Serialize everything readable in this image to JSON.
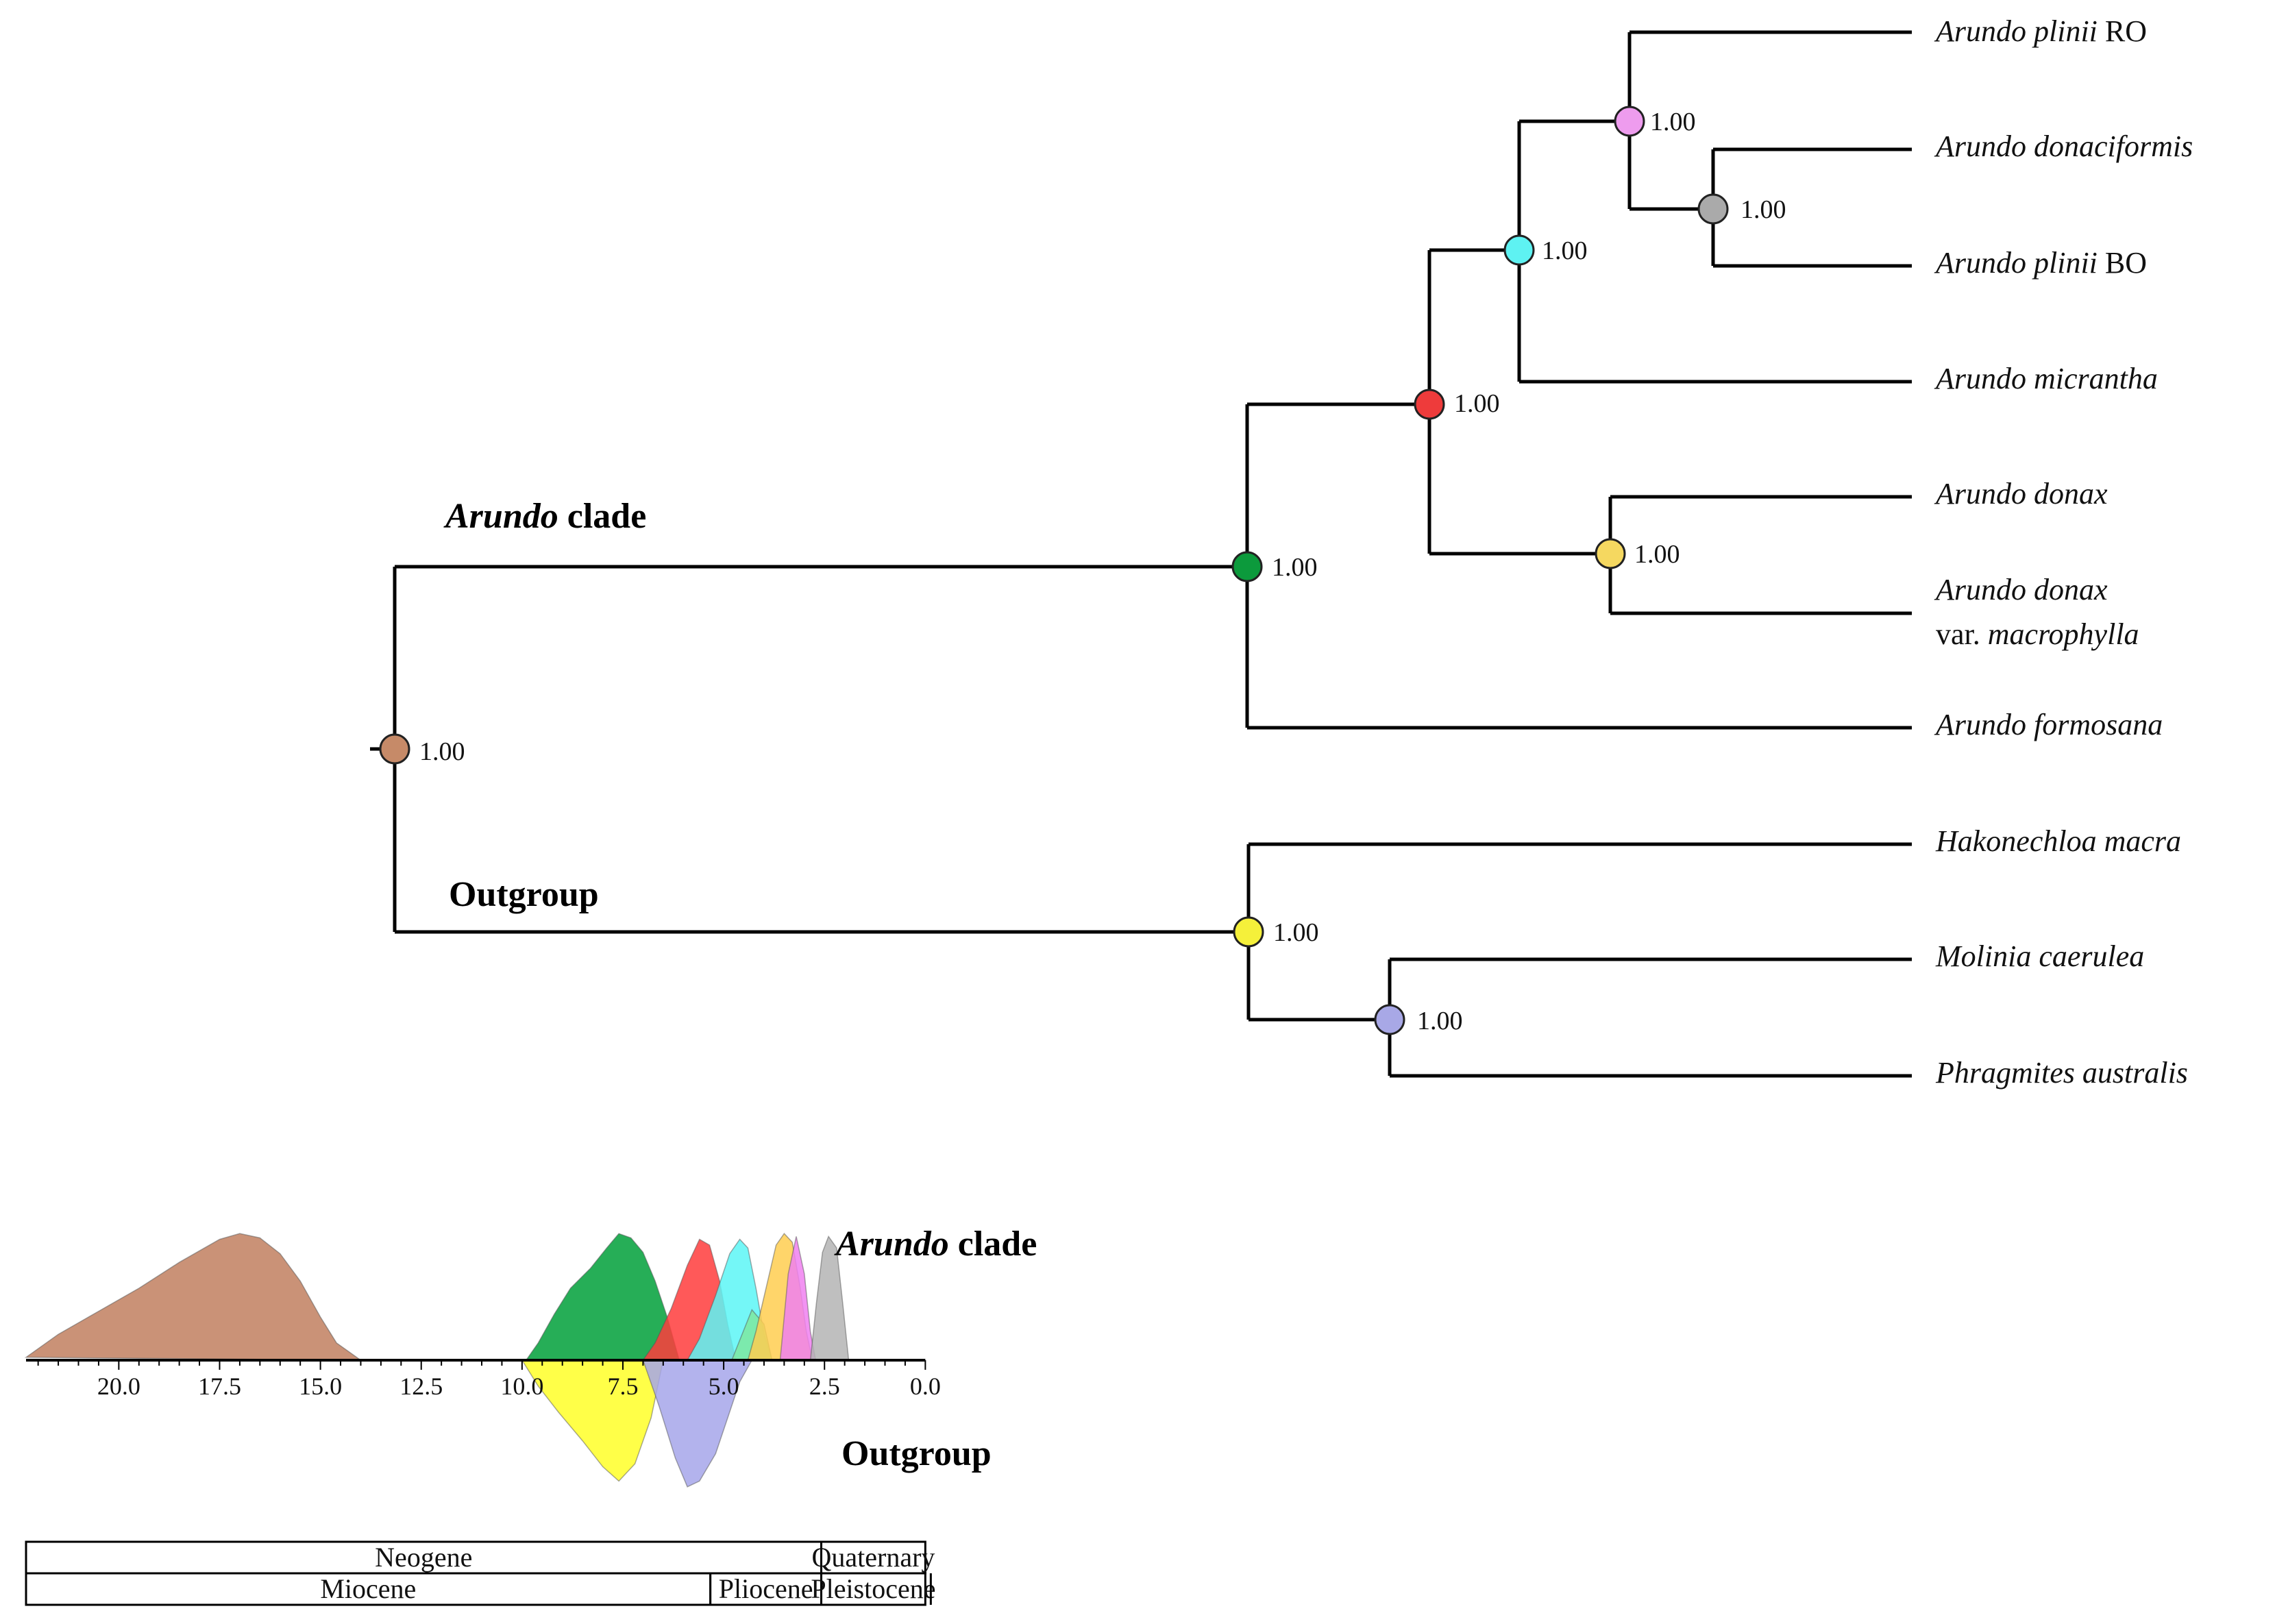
{
  "figure": {
    "clade_labels": {
      "arundo_italic": "Arundo",
      "arundo_suffix": "clade",
      "outgroup": "Outgroup"
    },
    "legend_arundo_italic": "Arundo",
    "legend_arundo_suffix": "clade",
    "legend_outgroup": "Outgroup"
  },
  "taxa": [
    {
      "id": "t1",
      "genus": "Arundo",
      "epithet": "plinii",
      "suffix": "RO"
    },
    {
      "id": "t2",
      "genus": "Arundo",
      "epithet": "donaciformis",
      "suffix": ""
    },
    {
      "id": "t3",
      "genus": "Arundo",
      "epithet": "plinii",
      "suffix": "BO"
    },
    {
      "id": "t4",
      "genus": "Arundo",
      "epithet": "micrantha",
      "suffix": ""
    },
    {
      "id": "t5",
      "genus": "Arundo",
      "epithet": "donax",
      "suffix": ""
    },
    {
      "id": "t6",
      "genus": "Arundo",
      "epithet": "donax",
      "line2_prefix": "var.",
      "line2_italic": "macrophylla"
    },
    {
      "id": "t7",
      "genus": "Arundo",
      "epithet": "formosana",
      "suffix": ""
    },
    {
      "id": "t8",
      "genus": "Hakonechloa",
      "epithet": "macra",
      "suffix": ""
    },
    {
      "id": "t9",
      "genus": "Molinia",
      "epithet": "caerulea",
      "suffix": ""
    },
    {
      "id": "t10",
      "genus": "Phragmites",
      "epithet": "australis",
      "suffix": ""
    }
  ],
  "nodes": [
    {
      "id": "root",
      "support": "1.00",
      "color": "#c68a68"
    },
    {
      "id": "arundo",
      "support": "1.00",
      "color": "#0c9a3c"
    },
    {
      "id": "crown",
      "support": "1.00",
      "color": "#ee3b3b"
    },
    {
      "id": "cyan",
      "support": "1.00",
      "color": "#5ef2f2"
    },
    {
      "id": "pink",
      "support": "1.00",
      "color": "#ee9cee"
    },
    {
      "id": "grey",
      "support": "1.00",
      "color": "#aaaaaa"
    },
    {
      "id": "donax",
      "support": "1.00",
      "color": "#f5d860"
    },
    {
      "id": "outgroup",
      "support": "1.00",
      "color": "#f5f03a"
    },
    {
      "id": "molinia",
      "support": "1.00",
      "color": "#a8a8e6"
    }
  ],
  "chart_data": {
    "type": "area",
    "xlabel": "",
    "xlim": [
      22.3,
      0
    ],
    "x_reversed": true,
    "ticks": [
      "20.0",
      "17.5",
      "15.0",
      "12.5",
      "10.0",
      "7.5",
      "5.0",
      "2.5",
      "0.0"
    ],
    "series": [
      {
        "group": "Arundo clade",
        "color": "#c17f5f",
        "x": [
          22.3,
          21.5,
          20.5,
          19.5,
          18.5,
          17.5,
          17.0,
          16.5,
          16.0,
          15.5,
          15.0,
          14.6,
          14.2,
          14.0
        ],
        "y": [
          0.02,
          0.18,
          0.34,
          0.5,
          0.68,
          0.84,
          0.88,
          0.85,
          0.74,
          0.55,
          0.3,
          0.12,
          0.04,
          0.0
        ]
      },
      {
        "group": "Arundo clade",
        "color": "#00a03a",
        "x": [
          9.9,
          9.6,
          9.2,
          8.8,
          8.3,
          7.9,
          7.6,
          7.3,
          7.0,
          6.7,
          6.4,
          6.1
        ],
        "y": [
          0.0,
          0.12,
          0.32,
          0.5,
          0.64,
          0.78,
          0.88,
          0.85,
          0.75,
          0.55,
          0.3,
          0.0
        ]
      },
      {
        "group": "Arundo clade",
        "color": "#ff3c3c",
        "x": [
          7.0,
          6.7,
          6.3,
          5.9,
          5.6,
          5.35,
          5.1,
          4.9,
          4.7
        ],
        "y": [
          0.0,
          0.12,
          0.36,
          0.66,
          0.84,
          0.8,
          0.55,
          0.25,
          0.0
        ]
      },
      {
        "group": "Arundo clade",
        "color": "#5cf6f6",
        "x": [
          5.9,
          5.6,
          5.2,
          4.85,
          4.6,
          4.4,
          4.2,
          4.0,
          3.8
        ],
        "y": [
          0.0,
          0.15,
          0.45,
          0.74,
          0.84,
          0.78,
          0.5,
          0.18,
          0.0
        ]
      },
      {
        "group": "Arundo clade",
        "color": "#7ee8a0",
        "x": [
          4.8,
          4.6,
          4.3,
          4.0,
          3.8
        ],
        "y": [
          0.0,
          0.14,
          0.35,
          0.25,
          0.0
        ]
      },
      {
        "group": "Arundo clade",
        "color": "#ffce50",
        "x": [
          4.4,
          4.2,
          3.95,
          3.7,
          3.5,
          3.3,
          3.1,
          2.95,
          2.8
        ],
        "y": [
          0.0,
          0.2,
          0.5,
          0.8,
          0.88,
          0.82,
          0.5,
          0.2,
          0.0
        ]
      },
      {
        "group": "Arundo clade",
        "color": "#f080f0",
        "x": [
          3.6,
          3.4,
          3.2,
          3.0,
          2.85,
          2.72
        ],
        "y": [
          0.0,
          0.6,
          0.86,
          0.6,
          0.2,
          0.0
        ]
      },
      {
        "group": "Arundo clade",
        "color": "#b4b4b4",
        "x": [
          2.85,
          2.7,
          2.55,
          2.4,
          2.2,
          2.05,
          1.9
        ],
        "y": [
          0.0,
          0.4,
          0.75,
          0.86,
          0.78,
          0.4,
          0.0
        ]
      },
      {
        "group": "Outgroup",
        "color": "#ffff28",
        "x": [
          10.0,
          9.6,
          9.1,
          8.5,
          8.0,
          7.6,
          7.2,
          6.8,
          6.5
        ],
        "y": [
          0.0,
          0.18,
          0.36,
          0.56,
          0.74,
          0.84,
          0.72,
          0.4,
          0.0
        ]
      },
      {
        "group": "Outgroup",
        "color": "#a6a6ea",
        "x": [
          7.0,
          6.6,
          6.2,
          5.9,
          5.6,
          5.2,
          4.9,
          4.6,
          4.3
        ],
        "y": [
          0.0,
          0.32,
          0.68,
          0.88,
          0.84,
          0.65,
          0.4,
          0.15,
          0.0
        ]
      }
    ]
  },
  "timescale": {
    "period_row": [
      {
        "label": "Neogene",
        "from": 22.3,
        "to": 2.58
      },
      {
        "label": "Quaternary",
        "from": 2.58,
        "to": 0.0
      }
    ],
    "epoch_row": [
      {
        "label": "Miocene",
        "from": 22.3,
        "to": 5.33
      },
      {
        "label": "Pliocene",
        "from": 5.33,
        "to": 2.58
      },
      {
        "label": "Pleistocene",
        "from": 2.58,
        "to": 0.0
      }
    ]
  }
}
